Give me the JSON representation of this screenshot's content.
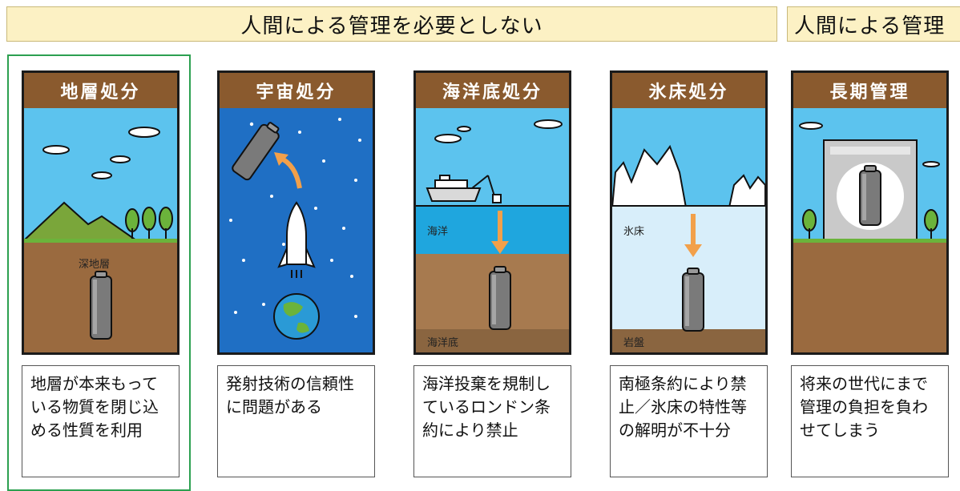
{
  "header": {
    "no_management": "人間による管理を必要としない",
    "management": "人間による管理"
  },
  "options": [
    {
      "title": "地層処分",
      "scene_labels": [
        "深地層"
      ],
      "description": "地層が本来もっている物質を閉じ込める性質を利用"
    },
    {
      "title": "宇宙処分",
      "scene_labels": [],
      "description": "発射技術の信頼性に問題がある"
    },
    {
      "title": "海洋底処分",
      "scene_labels": [
        "海洋",
        "海洋底"
      ],
      "description": "海洋投棄を規制しているロンドン条約により禁止"
    },
    {
      "title": "氷床処分",
      "scene_labels": [
        "氷床",
        "岩盤"
      ],
      "description": "南極条約により禁止／氷床の特性等の解明が不十分"
    },
    {
      "title": "長期管理",
      "scene_labels": [],
      "description": "将来の世代にまで管理の負担を負わせてしまう"
    }
  ],
  "colors": {
    "title_brown": "#8a5a2e",
    "sky": "#5cc3ee",
    "ground": "#9a6a3f",
    "grass": "#6bb33b",
    "space": "#1f6fc4",
    "sea": "#1fa6de",
    "ice": "#d8eefa",
    "arrow": "#f2a04a",
    "canister": "#7a7a7a",
    "highlight": "#2ca050",
    "banner": "#fcf1c4"
  }
}
